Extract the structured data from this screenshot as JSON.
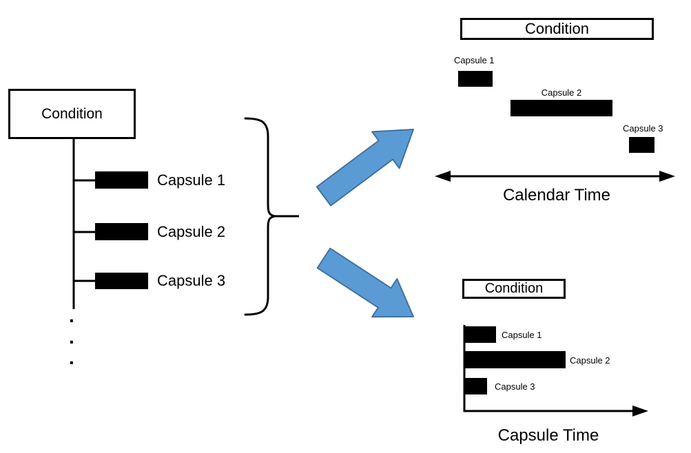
{
  "canvas": {
    "background": "#ffffff",
    "ink": "#000000"
  },
  "left_tree": {
    "condition_label": "Condition",
    "capsule_labels": [
      "Capsule 1",
      "Capsule 2",
      "Capsule 3"
    ],
    "ellipsis_dots": [
      ".",
      ".",
      "."
    ]
  },
  "connector": {
    "arrow_fill": "#5b9bd5",
    "arrow_stroke": "#41719c"
  },
  "calendar_view": {
    "condition_label": "Condition",
    "bar_labels": [
      "Capsule 1",
      "Capsule 2",
      "Capsule 3"
    ],
    "axis_label": "Calendar Time"
  },
  "capsule_view": {
    "condition_label": "Condition",
    "bar_labels": [
      "Capsule 1",
      "Capsule 2",
      "Capsule 3"
    ],
    "axis_label": "Capsule Time"
  }
}
